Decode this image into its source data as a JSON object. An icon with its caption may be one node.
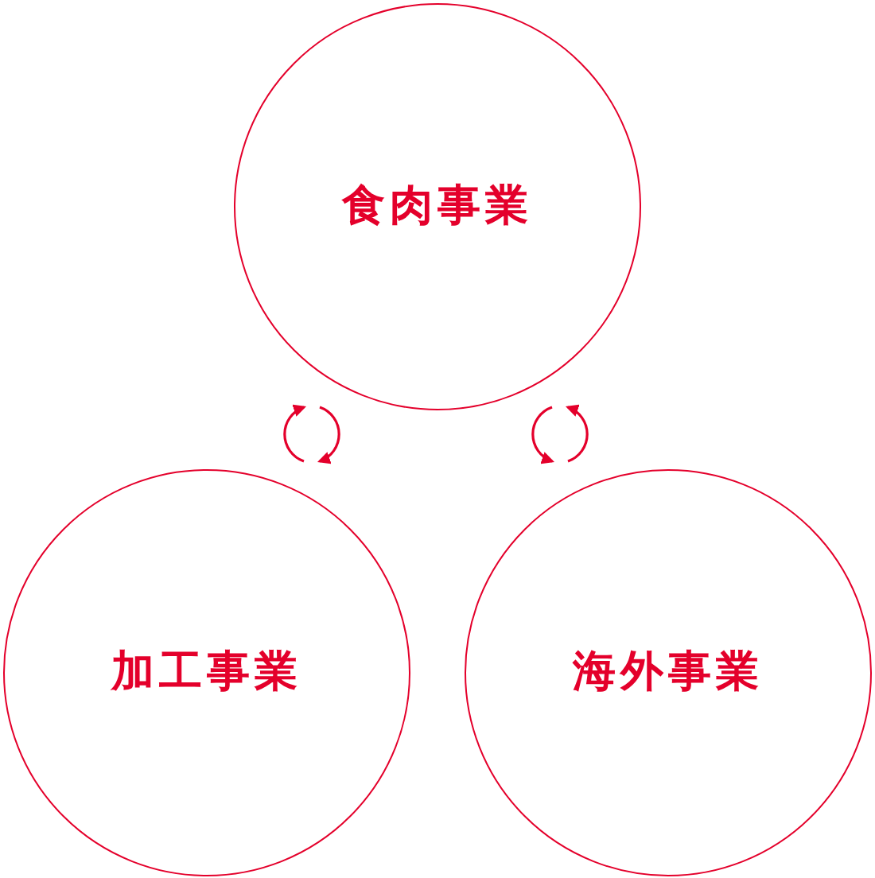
{
  "diagram": {
    "nodes": [
      {
        "text": [
          "食肉事業"
        ]
      },
      {
        "text": [
          "加工事業"
        ]
      },
      {
        "text": [
          "海外事業"
        ]
      }
    ],
    "edges": [
      {
        "from": 1,
        "to": 0,
        "arrow": "to"
      },
      {
        "from": 0,
        "to": 1,
        "arrow": "to"
      },
      {
        "from": 2,
        "to": 0,
        "arrow": "to"
      },
      {
        "from": 0,
        "to": 2,
        "arrow": "to"
      }
    ]
  }
}
